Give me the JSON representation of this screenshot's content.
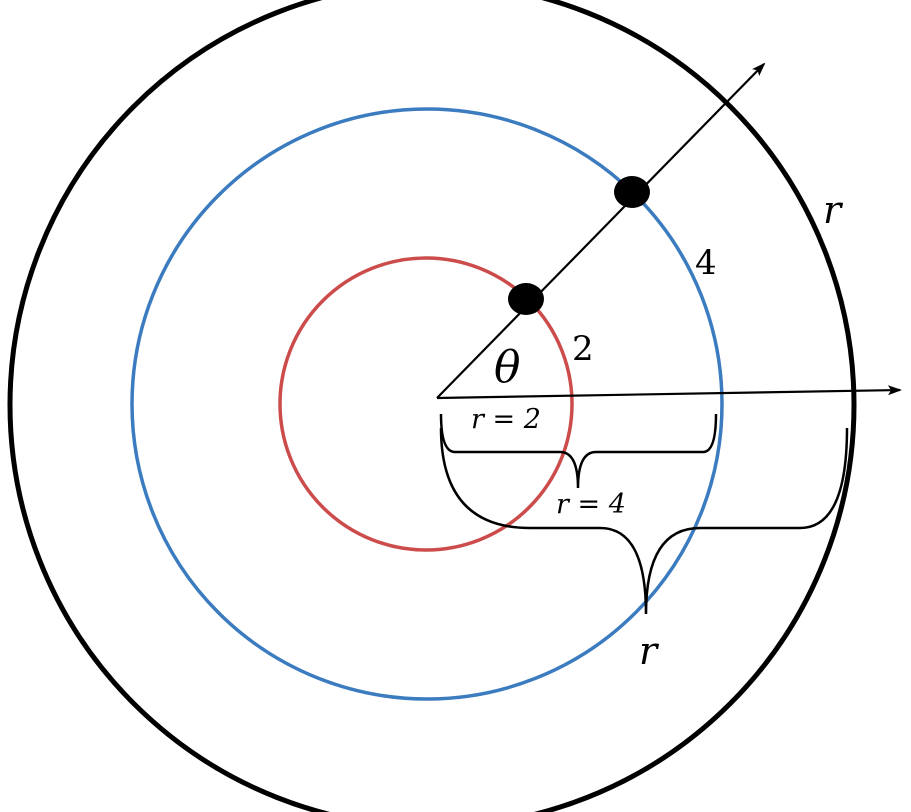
{
  "colors": {
    "outer_circle": "#000000",
    "middle_circle": "#3b7bbf",
    "inner_circle": "#cc4b4b",
    "lines": "#000000",
    "points": "#000000"
  },
  "labels": {
    "outer_r": "r",
    "middle_4": "4",
    "inner_2": "2",
    "theta": "θ",
    "r_eq_2": "r = 2",
    "r_eq_4": "r = 4",
    "brace_r": "r"
  }
}
